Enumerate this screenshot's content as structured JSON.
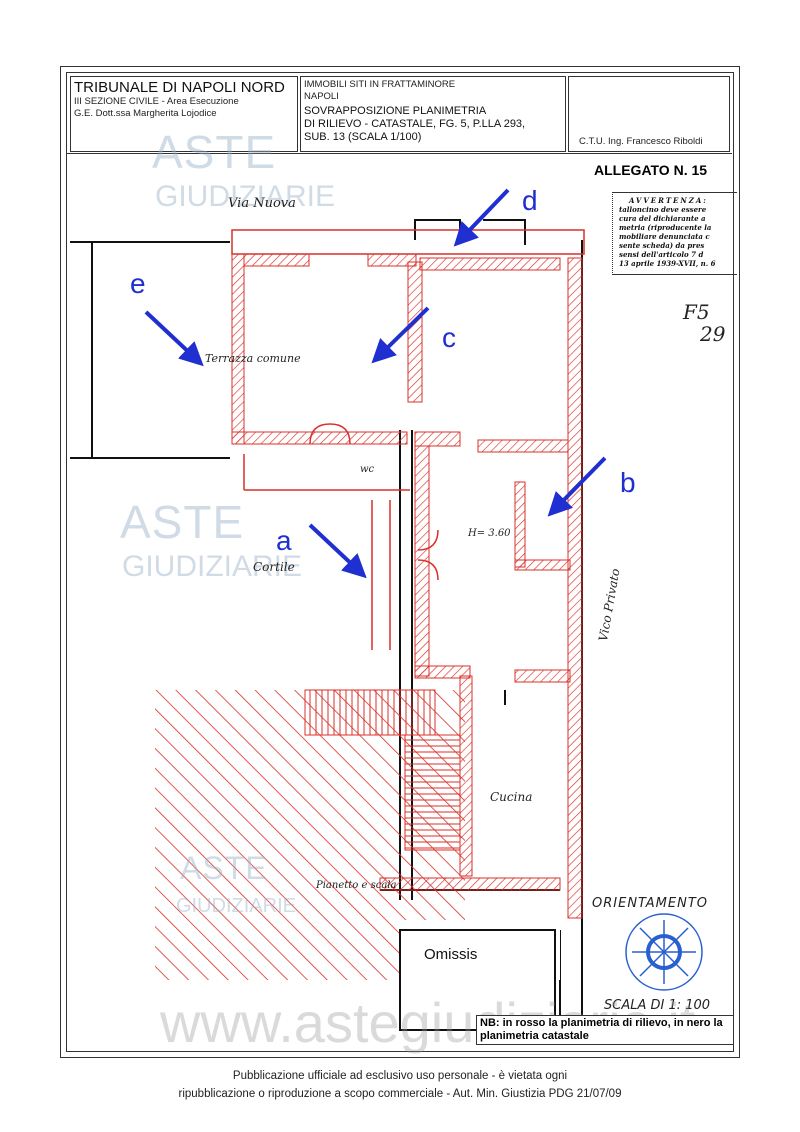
{
  "header": {
    "court_title": "TRIBUNALE DI NAPOLI NORD",
    "section": "III SEZIONE CIVILE - Area Esecuzione",
    "judge": "G.E. Dott.ssa Margherita Lojodice",
    "property_line1": "IMMOBILI SITI IN FRATTAMINORE",
    "property_line2": "NAPOLI",
    "doc_line1": "SOVRAPPOSIZIONE PLANIMETRIA",
    "doc_line2": "DI RILIEVO - CATASTALE,  FG. 5, P.LLA 293,",
    "doc_line3": "SUB. 13 (SCALA 1/100)",
    "ctu": "C.T.U. Ing. Francesco Riboldi"
  },
  "allegato": "ALLEGATO N. 15",
  "avvertenza": {
    "title": "AVVERTENZA:",
    "lines": [
      "talloncino deve essere",
      "cura del dichiarante a",
      "metria (riproducente la",
      "mobiliare denunciata c",
      "sente scheda) da pres",
      "sensi dell'articolo 7 d",
      "13 aprile 1939-XVII, n. 6"
    ]
  },
  "plan": {
    "street_top": "Via Nuova",
    "terrace": "Terrazza comune",
    "courtyard": "Cortile",
    "side_street": "Vico Privato",
    "kitchen": "Cucina",
    "stairs": "Pianetto e scala",
    "height": "H= 3.60",
    "wc": "wc",
    "sheet_ref": "F5",
    "parcel_ref": "29",
    "omissis": "Omissis",
    "arrow_labels": [
      "a",
      "b",
      "c",
      "d",
      "e"
    ]
  },
  "orientation": "ORIENTAMENTO",
  "scale": "SCALA DI 1: 100",
  "note": "NB: in rosso la planimetria di rilievo, in nero la planimetria catastale",
  "watermark": {
    "brand_top": "ASTE",
    "brand_bottom": "GIUDIZIARIE",
    "url": "www.astegiudiziarie.it"
  },
  "footer": {
    "line1": "Pubblicazione ufficiale ad esclusivo uso personale - è vietata ogni",
    "line2": "ripubblicazione o riproduzione a scopo commerciale - Aut. Min. Giustizia PDG 21/07/09"
  },
  "colors": {
    "survey": "#d9302a",
    "cadastral": "#111111",
    "arrows": "#1f2fd0",
    "compass": "#2a5fd0"
  }
}
